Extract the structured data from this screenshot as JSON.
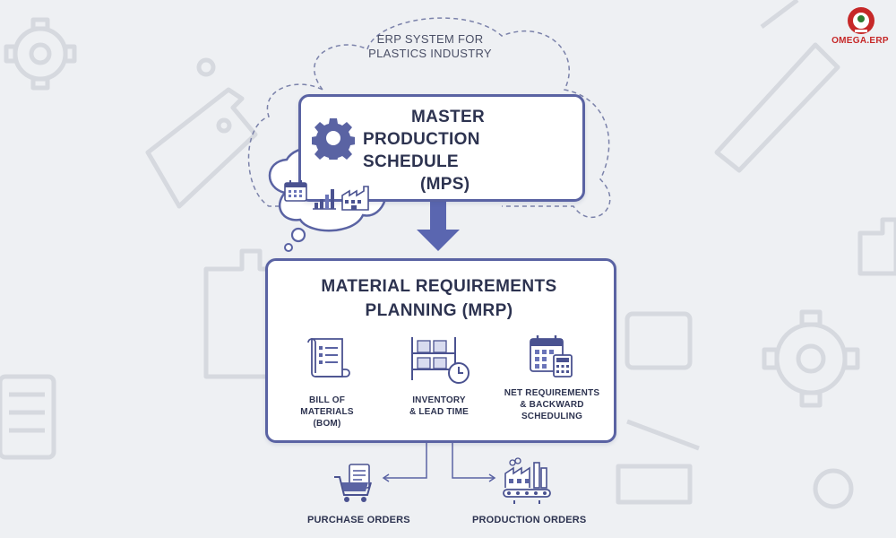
{
  "cloud": {
    "title_lines": [
      "ERP SYSTEM FOR",
      "PLASTICS INDUSTRY"
    ]
  },
  "mps": {
    "title_lines": [
      "MASTER",
      "PRODUCTION SCHEDULE",
      "(MPS)"
    ],
    "thought_icons": [
      "calendar-icon",
      "bar-chart-icon",
      "factory-icon"
    ],
    "main_icon": "gear-icon"
  },
  "mrp": {
    "title_lines": [
      "MATERIAL REQUIREMENTS",
      "PLANNING (MRP)"
    ],
    "steps": [
      {
        "icon": "document-icon",
        "label_lines": [
          "BILL OF",
          "MATERIALS",
          "(BOM)"
        ]
      },
      {
        "icon": "warehouse-clock-icon",
        "label_lines": [
          "INVENTORY",
          "& LEAD TIME"
        ]
      },
      {
        "icon": "calendar-calculator-icon",
        "label_lines": [
          "NET REQUIREMENTS",
          "& BACKWARD",
          "SCHEDULING"
        ]
      }
    ]
  },
  "outputs": [
    {
      "icon": "shopping-cart-icon",
      "label": "PURCHASE ORDERS"
    },
    {
      "icon": "factory-conveyor-icon",
      "label": "PRODUCTION ORDERS"
    }
  ],
  "logo": {
    "name": "OMEGA.ERP"
  },
  "colors": {
    "accent": "#5a63a3",
    "arrow": "#5a66b0",
    "icon_fill": "#6a74b8",
    "background": "#eef0f3",
    "logo_red": "#c62828",
    "logo_green": "#2e7d32"
  }
}
